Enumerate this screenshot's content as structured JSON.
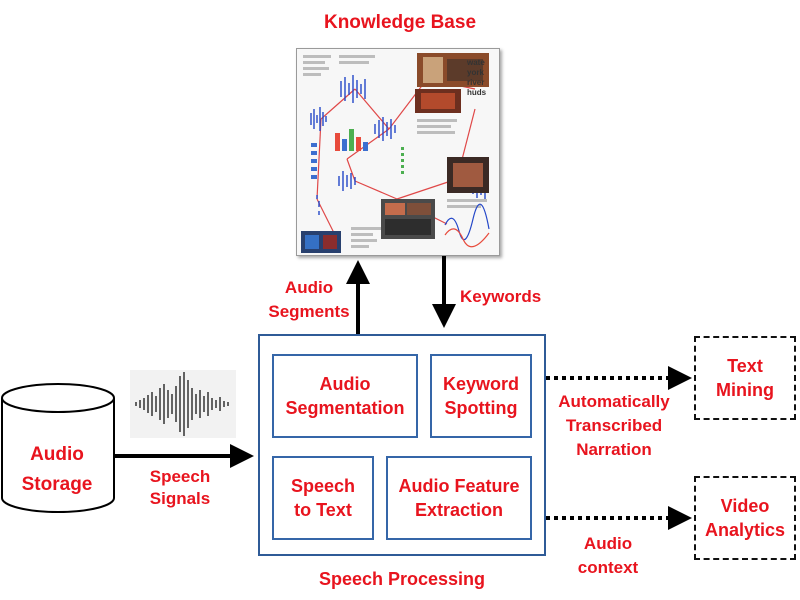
{
  "knowledge_base": {
    "title": "Knowledge Base",
    "collage_words": [
      "wate",
      "york",
      "river",
      "huds"
    ]
  },
  "labels": {
    "audio_segments": [
      "Audio",
      "Segments"
    ],
    "keywords": "Keywords",
    "speech_signals": [
      "Speech",
      "Signals"
    ],
    "automatically_transcribed": [
      "Automatically",
      "Transcribed",
      "Narration"
    ],
    "audio_context": [
      "Audio",
      "context"
    ],
    "speech_processing": "Speech Processing"
  },
  "storage": {
    "label": [
      "Audio",
      "Storage"
    ]
  },
  "modules": {
    "audio_segmentation": [
      "Audio",
      "Segmentation"
    ],
    "keyword_spotting": [
      "Keyword",
      "Spotting"
    ],
    "speech_to_text": [
      "Speech",
      "to Text"
    ],
    "audio_feature_extraction": [
      "Audio Feature",
      "Extraction"
    ]
  },
  "outputs": {
    "text_mining": [
      "Text",
      "Mining"
    ],
    "video_analytics": [
      "Video",
      "Analytics"
    ]
  },
  "colors": {
    "label_red": "#e8141e",
    "box_blue": "#2f5b97",
    "arrow_black": "#000000"
  }
}
